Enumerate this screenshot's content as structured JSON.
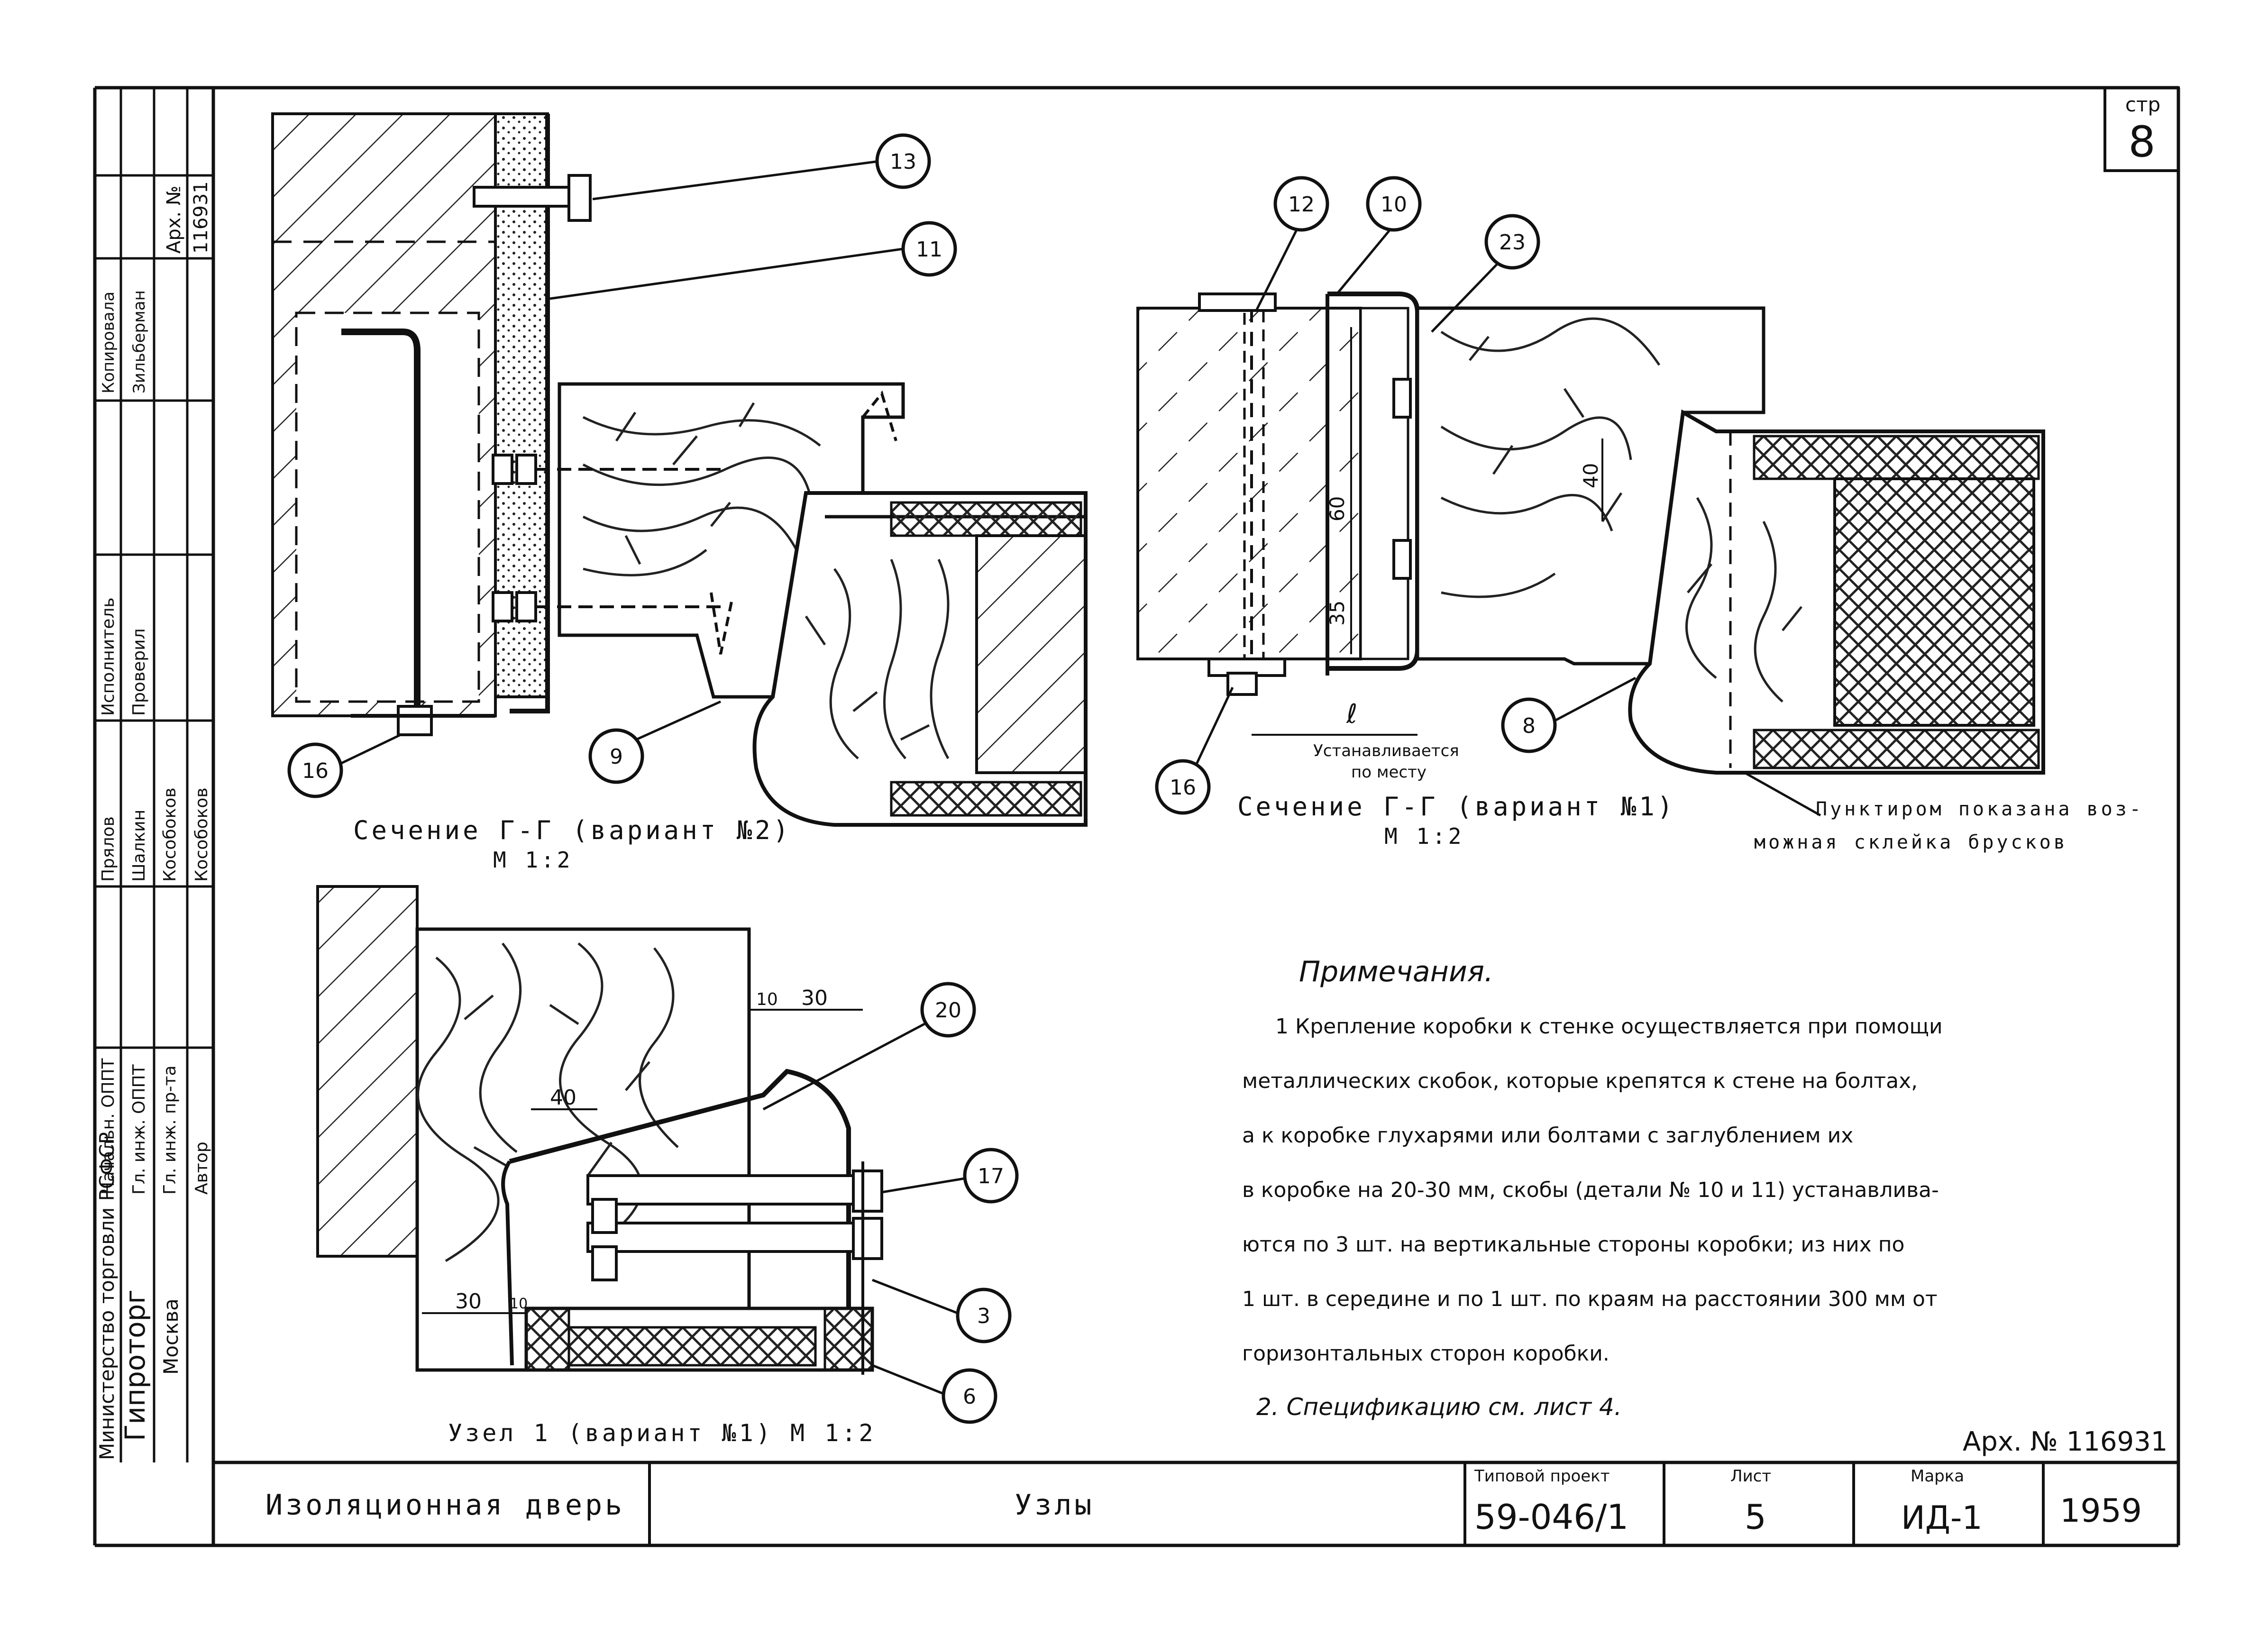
{
  "sheet": {
    "page_label": "стр",
    "page_number": "8"
  },
  "side_block": {
    "org_lines": [
      "Министерство торговли РСФСР",
      "Гипроторг",
      "Москва"
    ],
    "roles": [
      "Начальн. ОППТ",
      "Гл. инж. ОППТ",
      "Гл. инж. пр-та",
      "Автор"
    ],
    "people": [
      "Прялов",
      "Шалкин",
      "Кособоков",
      "Кособоков"
    ],
    "exec_roles": [
      "Исполнитель",
      "Проверил"
    ],
    "copy_roles": [
      "Копировала",
      "Зильберман"
    ],
    "archive": [
      "Арх. №",
      "116931"
    ]
  },
  "callouts": [
    "13",
    "11",
    "16",
    "9",
    "12",
    "10",
    "23",
    "8",
    "16",
    "20",
    "17",
    "3",
    "6"
  ],
  "dimensions": {
    "d60": "60",
    "d35": "35",
    "d40a": "40",
    "l": "ℓ",
    "d30a": "30",
    "d40b": "40",
    "d30b": "30",
    "d10a": "10",
    "d10b": "10"
  },
  "labels": {
    "setting_note_1": "Устанавливается",
    "setting_note_2": "по месту",
    "joint_note_1": "Пунктиром показана воз-",
    "joint_note_2": "можная склейка брусков"
  },
  "captions": {
    "section_v2": "Сечение Г-Г (вариант №2)",
    "section_v2_scale": "М 1:2",
    "section_v1": "Сечение Г-Г (вариант №1)",
    "section_v1_scale": "М 1:2",
    "node": "Узел 1 (вариант №1) М 1:2"
  },
  "notes": {
    "heading": "Примечания.",
    "lines": [
      "1 Крепление коробки к стенке осуществляется при помощи",
      "металлических скобок, которые крепятся к стене на болтах,",
      "а к коробке глухарями или болтами с заглублением их",
      "в коробке на 20-30 мм, скобы (детали № 10 и 11) устанавлива-",
      "ются по 3 шт. на вертикальные стороны коробки; из них по",
      "1 шт. в середине и по 1 шт. по краям на расстоянии 300 мм от",
      "горизонтальных сторон коробки.",
      "2. Спецификацию см. лист 4."
    ],
    "archive_ref": "Арх. № 116931"
  },
  "title_block": {
    "name": "Изоляционная дверь",
    "sheet_title": "Узлы",
    "project_label": "Типовой проект",
    "project_number": "59-046/1",
    "list_label": "Лист",
    "list_number": "5",
    "mark_label": "Марка",
    "mark_value": "ИД-1",
    "year": "1959"
  }
}
